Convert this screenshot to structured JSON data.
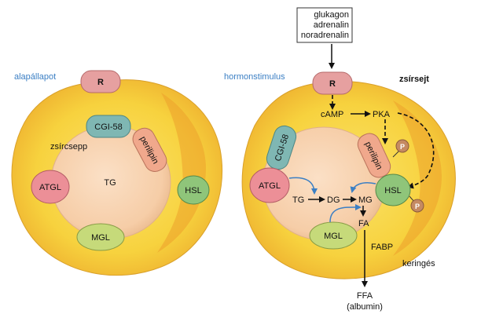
{
  "left_panel": {
    "title": "alapállapot",
    "receptor": "R",
    "cgi": "CGI-58",
    "perilipin": "perilipin",
    "droplet": "zsírcsepp",
    "tg": "TG",
    "atgl": "ATGL",
    "hsl": "HSL",
    "mgl": "MGL"
  },
  "right_panel": {
    "title": "hormonstimulus",
    "cell_label": "zsírsejt",
    "hormones": [
      "glukagon",
      "adrenalin",
      "noradrenalin"
    ],
    "receptor": "R",
    "camp": "cAMP",
    "pka": "PKA",
    "cgi": "CGI-58",
    "perilipin": "perilipin",
    "phospho": "P",
    "atgl": "ATGL",
    "hsl": "HSL",
    "mgl": "MGL",
    "tg": "TG",
    "dg": "DG",
    "mg": "MG",
    "fa": "FA",
    "fabp": "FABP",
    "circulation": "keringés",
    "ffa": "FFA",
    "albumin": "(albumin)"
  },
  "colors": {
    "cell_yellow": "#f7d23e",
    "cell_orange": "#eca12c",
    "droplet": "#f6cda7",
    "receptor": "#e6a0a0",
    "cgi": "#7fb7b3",
    "perilipin": "#f0a88c",
    "atgl": "#ec8f97",
    "hsl": "#8fc57a",
    "mgl": "#c6da7a",
    "label_blue": "#3b7fc4",
    "phospho": "#c58a62"
  }
}
